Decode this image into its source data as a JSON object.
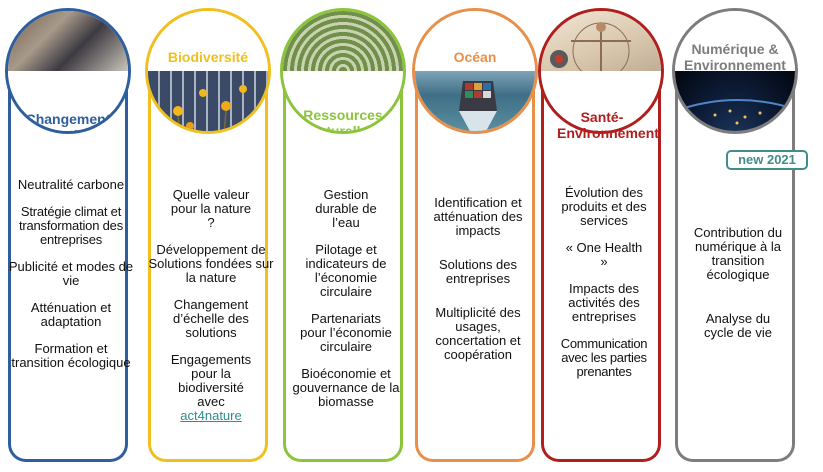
{
  "columns": [
    {
      "title": "Changement climatique",
      "color": "#2e5e9e",
      "items": [
        "Neutralité carbone",
        "Stratégie climat et transformation des entreprises",
        "Publicité et modes de vie",
        "Atténuation et adaptation",
        "Formation et transition écologique"
      ]
    },
    {
      "title": "Biodiversité",
      "color": "#f0c020",
      "items": [
        "Quelle valeur pour la nature ?",
        "Développement de Solutions fondées sur la nature",
        "Changement d’échelle des solutions",
        "Engagements pour la biodiversité avec"
      ],
      "link": "act4nature"
    },
    {
      "title": "Ressources naturelles",
      "color": "#8cc43c",
      "items": [
        "Gestion durable de l’eau",
        "Pilotage et indicateurs de l’économie circulaire",
        "Partenariats pour l’économie circulaire",
        "Bioéconomie et gouvernance de la biomasse"
      ]
    },
    {
      "title": "Océan",
      "color": "#e8904a",
      "items": [
        "Identification et atténuation des impacts",
        "Solutions des entreprises",
        "Multiplicité des usages, concertation et coopération"
      ]
    },
    {
      "title": "Santé-Environnement",
      "color": "#b01e1e",
      "items": [
        "Évolution des produits et des services",
        "« One Health »",
        "Impacts des activités des entreprises",
        "Communication avec les parties prenantes"
      ]
    },
    {
      "title": "Numérique & Environnement",
      "color": "#7d7d7d",
      "badge": "new 2021",
      "items": [
        "Contribution du numérique à la transition écologique",
        "Analyse du cycle de vie"
      ]
    }
  ]
}
